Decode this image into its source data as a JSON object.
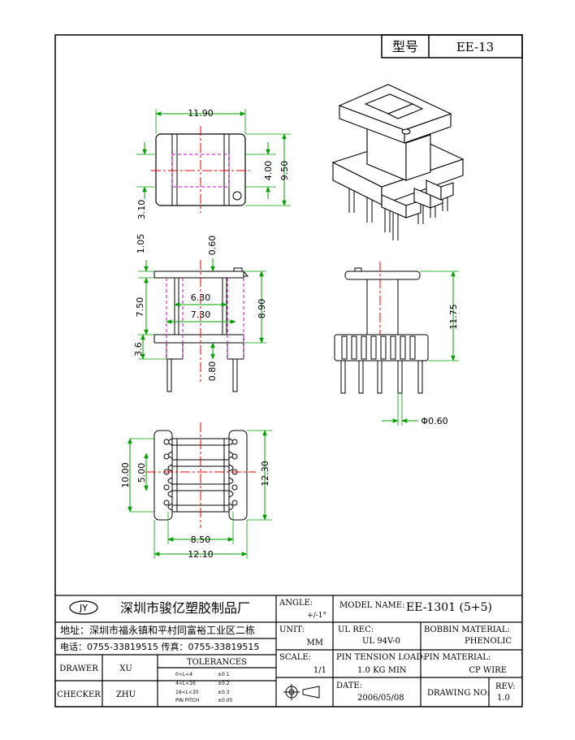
{
  "header": {
    "type_label": "型号",
    "type_value": "EE-13"
  },
  "dimensions": {
    "top_width": "11.90",
    "top_h_inner": "4.00",
    "top_h_outer": "9.50",
    "top_side": "3.10",
    "front_top": "1.05",
    "front_flange": "0.60",
    "front_inner": "6.30",
    "front_mid": "7.30",
    "front_left": "7.50",
    "front_height": "8.90",
    "front_base": "3.6",
    "front_pin": "0.80",
    "side_height": "11.75",
    "pin_dia": "Φ0.60",
    "bottom_h1": "10.00",
    "bottom_h2": "5.00",
    "bottom_h3": "12.30",
    "bottom_w1": "8.50",
    "bottom_w2": "12.10"
  },
  "title_block": {
    "logo": "JY",
    "company": "深圳市骏亿塑胶制品厂",
    "address": "地址：深圳市福永镇和平村同富裕工业区二栋",
    "phone": "电话：0755-33819515 传真：0755-33819515",
    "angle_label": "ANGLE:",
    "angle_value": "+/-1°",
    "unit_label": "UNIT:",
    "unit_value": "MM",
    "scale_label": "SCALE:",
    "scale_value": "1/1",
    "model_label": "MODEL NAME:",
    "model_value": "EE-1301 (5+5)",
    "ul_label": "UL REC:",
    "ul_value": "UL 94V-0",
    "bobbin_label": "BOBBIN MATERIAL:",
    "bobbin_value": "PHENOLIC",
    "pin_tension_label": "PIN TENSION LOAD:",
    "pin_tension_value": "1.0 KG MIN",
    "pin_material_label": "PIN MATERIAL:",
    "pin_material_value": "CP WIRE",
    "date_label": "DATE:",
    "date_value": "2006/05/08",
    "drawing_no_label": "DRAWING NO:",
    "rev_label": "REV:",
    "rev_value": "1.0",
    "drawer_label": "DRAWER",
    "drawer_value": "XU",
    "checker_label": "CHECKER",
    "checker_value": "ZHU",
    "tolerances_label": "TOLERANCES",
    "tol1_range": "0<L<4",
    "tol1_value": "±0.1",
    "tol2_range": "4<L<16",
    "tol2_value": "±0.2",
    "tol3_range": "16<L<30",
    "tol3_value": "±0.3",
    "tol4_range": "PIN PITCH",
    "tol4_value": "±0.05"
  }
}
